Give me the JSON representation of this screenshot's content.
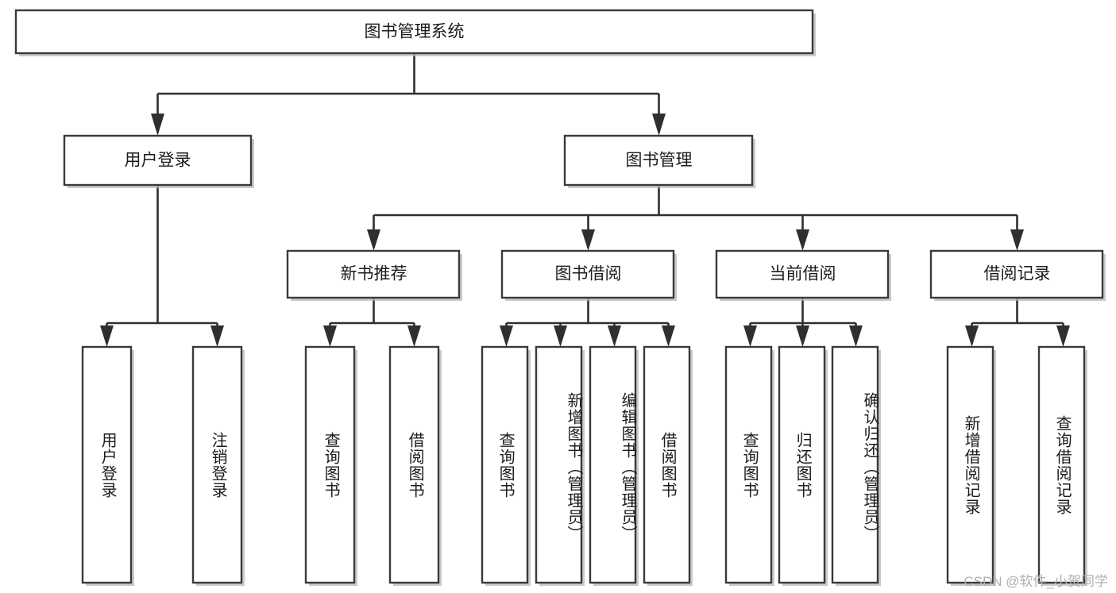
{
  "diagram": {
    "type": "tree-hierarchy-flowchart",
    "title": "图书管理系统",
    "orientation": "top-down",
    "background_color": "#ffffff",
    "box_fill": "#ffffff",
    "box_stroke": "#3a3a3a",
    "line_color": "#2f2f2f",
    "text_color": "#1c1c1c"
  },
  "watermark": {
    "text": "CSDN @软件_小贺同学",
    "color": "#b0b0b0"
  },
  "root": {
    "label": "图书管理系统"
  },
  "level2": [
    {
      "label": "用户登录"
    },
    {
      "label": "图书管理"
    }
  ],
  "level3": [
    {
      "label": "新书推荐"
    },
    {
      "label": "图书借阅"
    },
    {
      "label": "当前借阅"
    },
    {
      "label": "借阅记录"
    }
  ],
  "leaves": {
    "user_login": [
      {
        "label": "用户登录"
      },
      {
        "label": "注销登录"
      }
    ],
    "new_book_recommend": [
      {
        "label": "查询图书"
      },
      {
        "label": "借阅图书"
      }
    ],
    "book_borrow": [
      {
        "label": "查询图书"
      },
      {
        "label": "新增图书（管理员）"
      },
      {
        "label": "编辑图书（管理员）"
      },
      {
        "label": "借阅图书"
      }
    ],
    "current_borrow": [
      {
        "label": "查询图书"
      },
      {
        "label": "归还图书"
      },
      {
        "label": "确认归还（管理员）"
      }
    ],
    "borrow_record": [
      {
        "label": "新增借阅记录"
      },
      {
        "label": "查询借阅记录"
      }
    ]
  }
}
